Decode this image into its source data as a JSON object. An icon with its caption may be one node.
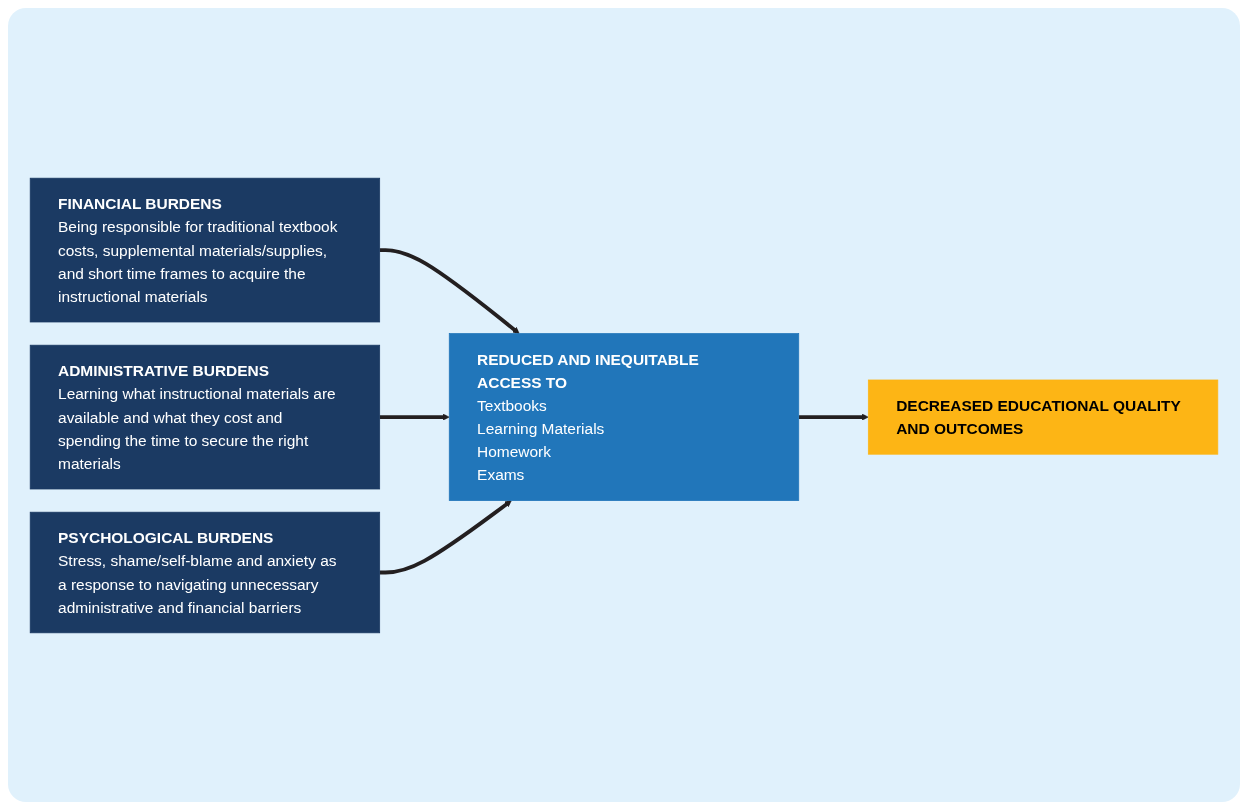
{
  "diagram": {
    "nodes": [
      {
        "text": [
          "FINANCIAL BURDENS",
          "Being responsible for traditional textbook costs, supplemental materials/supplies, and short time frames to acquire the instructional materials"
        ]
      },
      {
        "text": [
          "ADMINISTRATIVE BURDENS",
          "Learning what instructional materials are available and what they cost and spending the time to secure the right materials"
        ]
      },
      {
        "text": [
          "PSYCHOLOGICAL BURDENS",
          "Stress, shame/self-blame and anxiety as a response to navigating unnecessary administrative and financial barriers"
        ]
      },
      {
        "text": [
          "REDUCED AND INEQUITABLE ACCESS TO",
          "Textbooks",
          "Learning Materials",
          "Homework",
          "Exams"
        ]
      },
      {
        "text": [
          "DECREASED EDUCATIONAL QUALITY AND OUTCOMES"
        ]
      }
    ],
    "edges": [
      {
        "from": 0,
        "to": 3,
        "arrow": "to"
      },
      {
        "from": 1,
        "to": 3,
        "arrow": "to"
      },
      {
        "from": 2,
        "to": 3,
        "arrow": "to"
      },
      {
        "from": 3,
        "to": 4,
        "arrow": "to"
      }
    ]
  }
}
